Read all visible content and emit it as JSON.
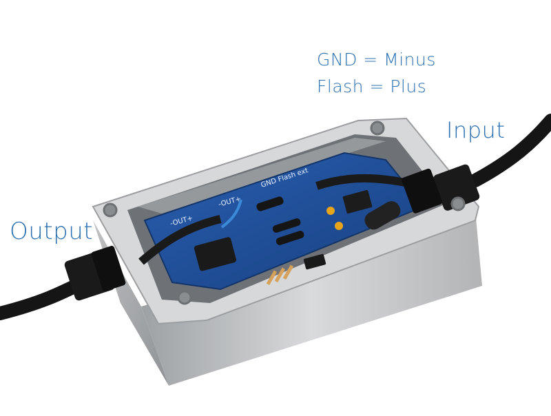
{
  "labels": {
    "output": "Output",
    "input": "Input",
    "legend_line1": "GND = Minus",
    "legend_line2": "Flash = Plus"
  },
  "pcb": {
    "out_left": "-OUT+",
    "out_right": "-OUT+",
    "header": "GND Flash ext"
  },
  "colors": {
    "label_blue": "#2a6fb0",
    "pcb_blue": "#1f4f9a",
    "enclosure": "#c9cbcd",
    "cable": "#1b1b1b"
  }
}
